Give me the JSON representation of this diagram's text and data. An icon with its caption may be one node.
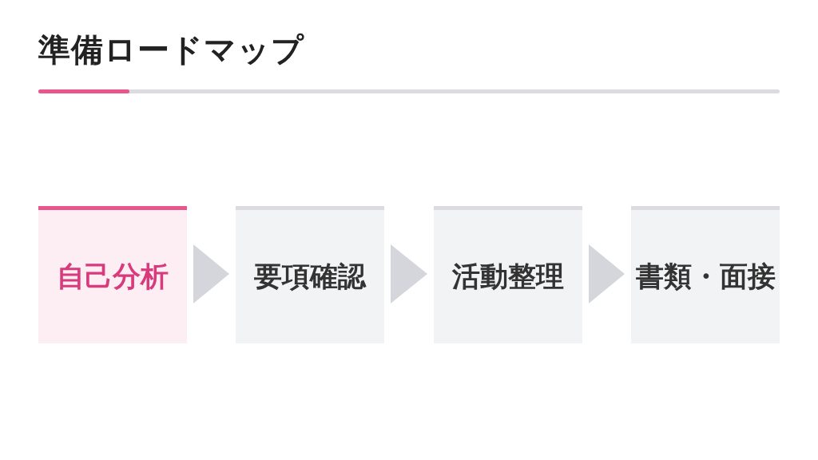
{
  "diagram": {
    "title": "準備ロードマップ",
    "nodes": [
      {
        "text": [
          "自己分析"
        ]
      },
      {
        "text": [
          "要項確認"
        ]
      },
      {
        "text": [
          "活動整理"
        ]
      },
      {
        "text": [
          "書類・面接"
        ]
      }
    ],
    "edges": [
      {
        "from": 0,
        "to": 1,
        "arrow": "to"
      },
      {
        "from": 1,
        "to": 2,
        "arrow": "to"
      },
      {
        "from": 2,
        "to": 3,
        "arrow": "to"
      }
    ]
  }
}
